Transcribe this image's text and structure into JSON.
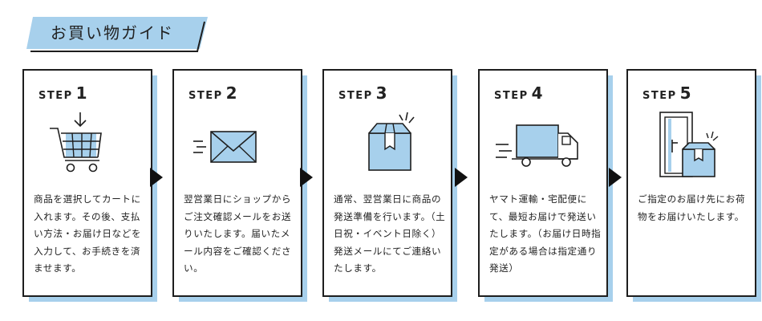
{
  "title": "お買い物ガイド",
  "colors": {
    "accent": "#a7d0ec",
    "line": "#1e1e1e",
    "arrow": "#111111"
  },
  "steps": [
    {
      "word": "STEP",
      "number": "1",
      "icon": "shopping-cart-icon",
      "text": "商品を選択してカートに入れます。その後、支払い方法・お届け日などを入力して、お手続きを済ませます。"
    },
    {
      "word": "STEP",
      "number": "2",
      "icon": "envelope-icon",
      "text": "翌営業日にショップからご注文確認メールをお送りいたします。届いたメール内容をご確認ください。"
    },
    {
      "word": "STEP",
      "number": "3",
      "icon": "package-box-icon",
      "text": "通常、翌営業日に商品の発送準備を行います。（土日祝・イベント日除く）発送メールにてご連絡いたします。"
    },
    {
      "word": "STEP",
      "number": "4",
      "icon": "delivery-truck-icon",
      "text": "ヤマト運輸・宅配便にて、最短お届けで発送いたします。（お届け日時指定がある場合は指定通り発送）"
    },
    {
      "word": "STEP",
      "number": "5",
      "icon": "door-package-icon",
      "text": "ご指定のお届け先にお荷物をお届けいたします。"
    }
  ]
}
